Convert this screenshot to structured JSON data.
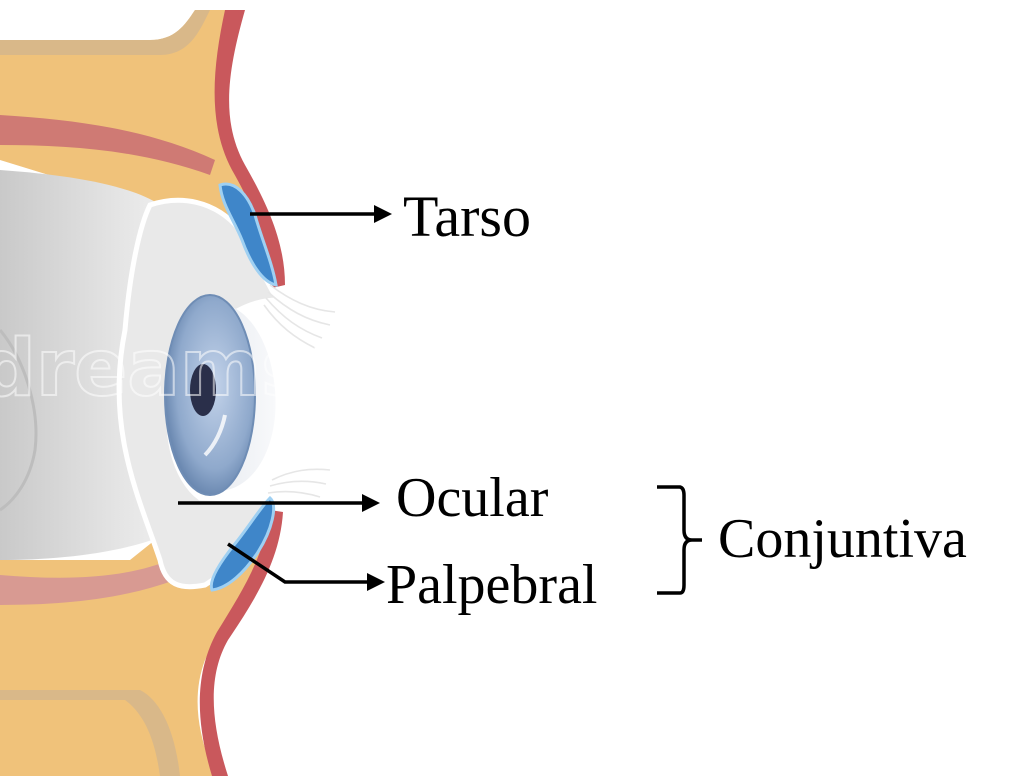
{
  "labels": {
    "tarso": "Tarso",
    "ocular": "Ocular",
    "palpebral": "Palpebral",
    "conjuntiva": "Conjuntiva"
  },
  "watermark": "dreamstime",
  "colors": {
    "background": "#ffffff",
    "fat": "#f0c27a",
    "skin": "#e7cf9e",
    "muscle": "#c9585c",
    "tarsal_gland": "#3f86c9",
    "eyeball": "#d6d6d6",
    "iris": "#8fa9cc",
    "pupil": "#2a2f4a",
    "line": "#000000"
  }
}
